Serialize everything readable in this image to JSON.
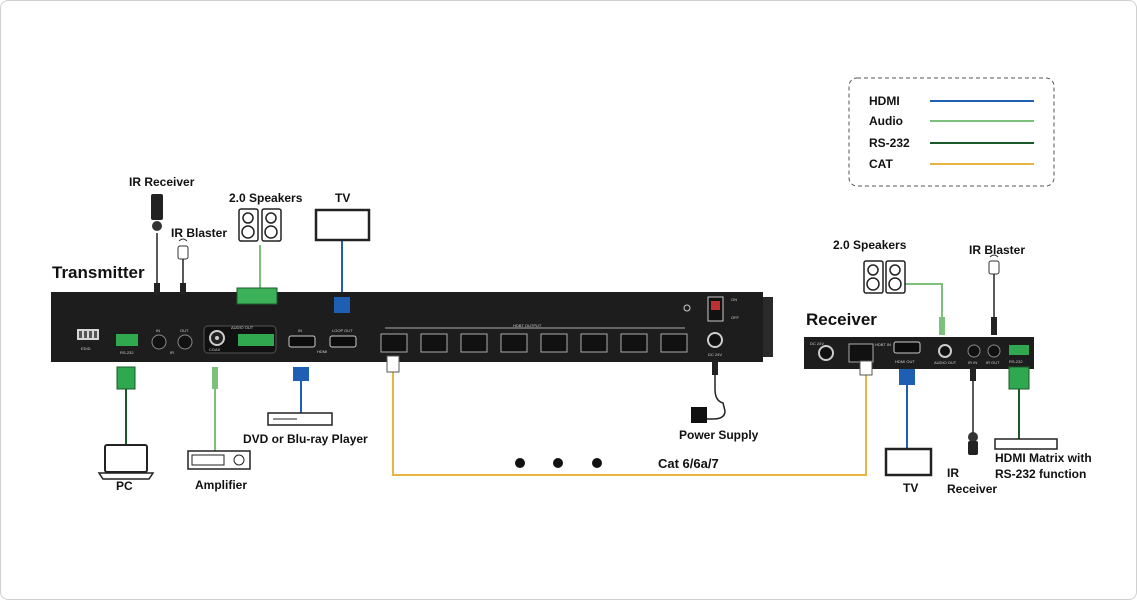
{
  "colors": {
    "hdmi": "#1e5fb4",
    "audio": "#7cc07c",
    "rs232": "#1a5a2a",
    "cat": "#e8b544",
    "device": "#2b2b2b",
    "panel": "#1d1d1d"
  },
  "legend": [
    {
      "label": "HDMI",
      "color": "#1e5fb4"
    },
    {
      "label": "Audio",
      "color": "#7cc07c"
    },
    {
      "label": "RS-232",
      "color": "#1a5a2a"
    },
    {
      "label": "CAT",
      "color": "#e8b544"
    }
  ],
  "transmitter": {
    "title": "Transmitter",
    "labels": {
      "ir_receiver": "IR Receiver",
      "ir_blaster": "IR Blaster",
      "speakers": "2.0 Speakers",
      "tv": "TV",
      "pc": "PC",
      "amplifier": "Amplifier",
      "player": "DVD or Blu-ray Player",
      "power_supply": "Power Supply"
    },
    "panel_text": {
      "edid": "EDID",
      "rs232": "RS-232",
      "ir_in": "IN",
      "ir_out": "OUT",
      "ir": "IR",
      "coax": "COAX",
      "audio_out": "AUDIO OUT",
      "hdmi_in": "IN",
      "loop_out": "LOOP OUT",
      "hdmi": "HDMI",
      "hdbt_output": "HDBT OUTPUT",
      "dc": "DC 24V",
      "on": "ON",
      "off": "OFF"
    }
  },
  "cable": {
    "label": "Cat 6/6a/7"
  },
  "receiver": {
    "title": "Receiver",
    "labels": {
      "speakers": "2.0 Speakers",
      "ir_blaster": "IR Blaster",
      "tv": "TV",
      "ir_receiver_1": "IR",
      "ir_receiver_2": "Receiver",
      "matrix_1": "HDMI Matrix with",
      "matrix_2": "RS-232 function"
    },
    "panel_text": {
      "dc": "DC 24V",
      "hdbt_in": "HDBT IN",
      "hdmi_out": "HDMI OUT",
      "audio_out": "AUDIO OUT",
      "ir_in": "IR IN",
      "ir_out": "IR OUT",
      "rs232": "RS-232"
    }
  }
}
